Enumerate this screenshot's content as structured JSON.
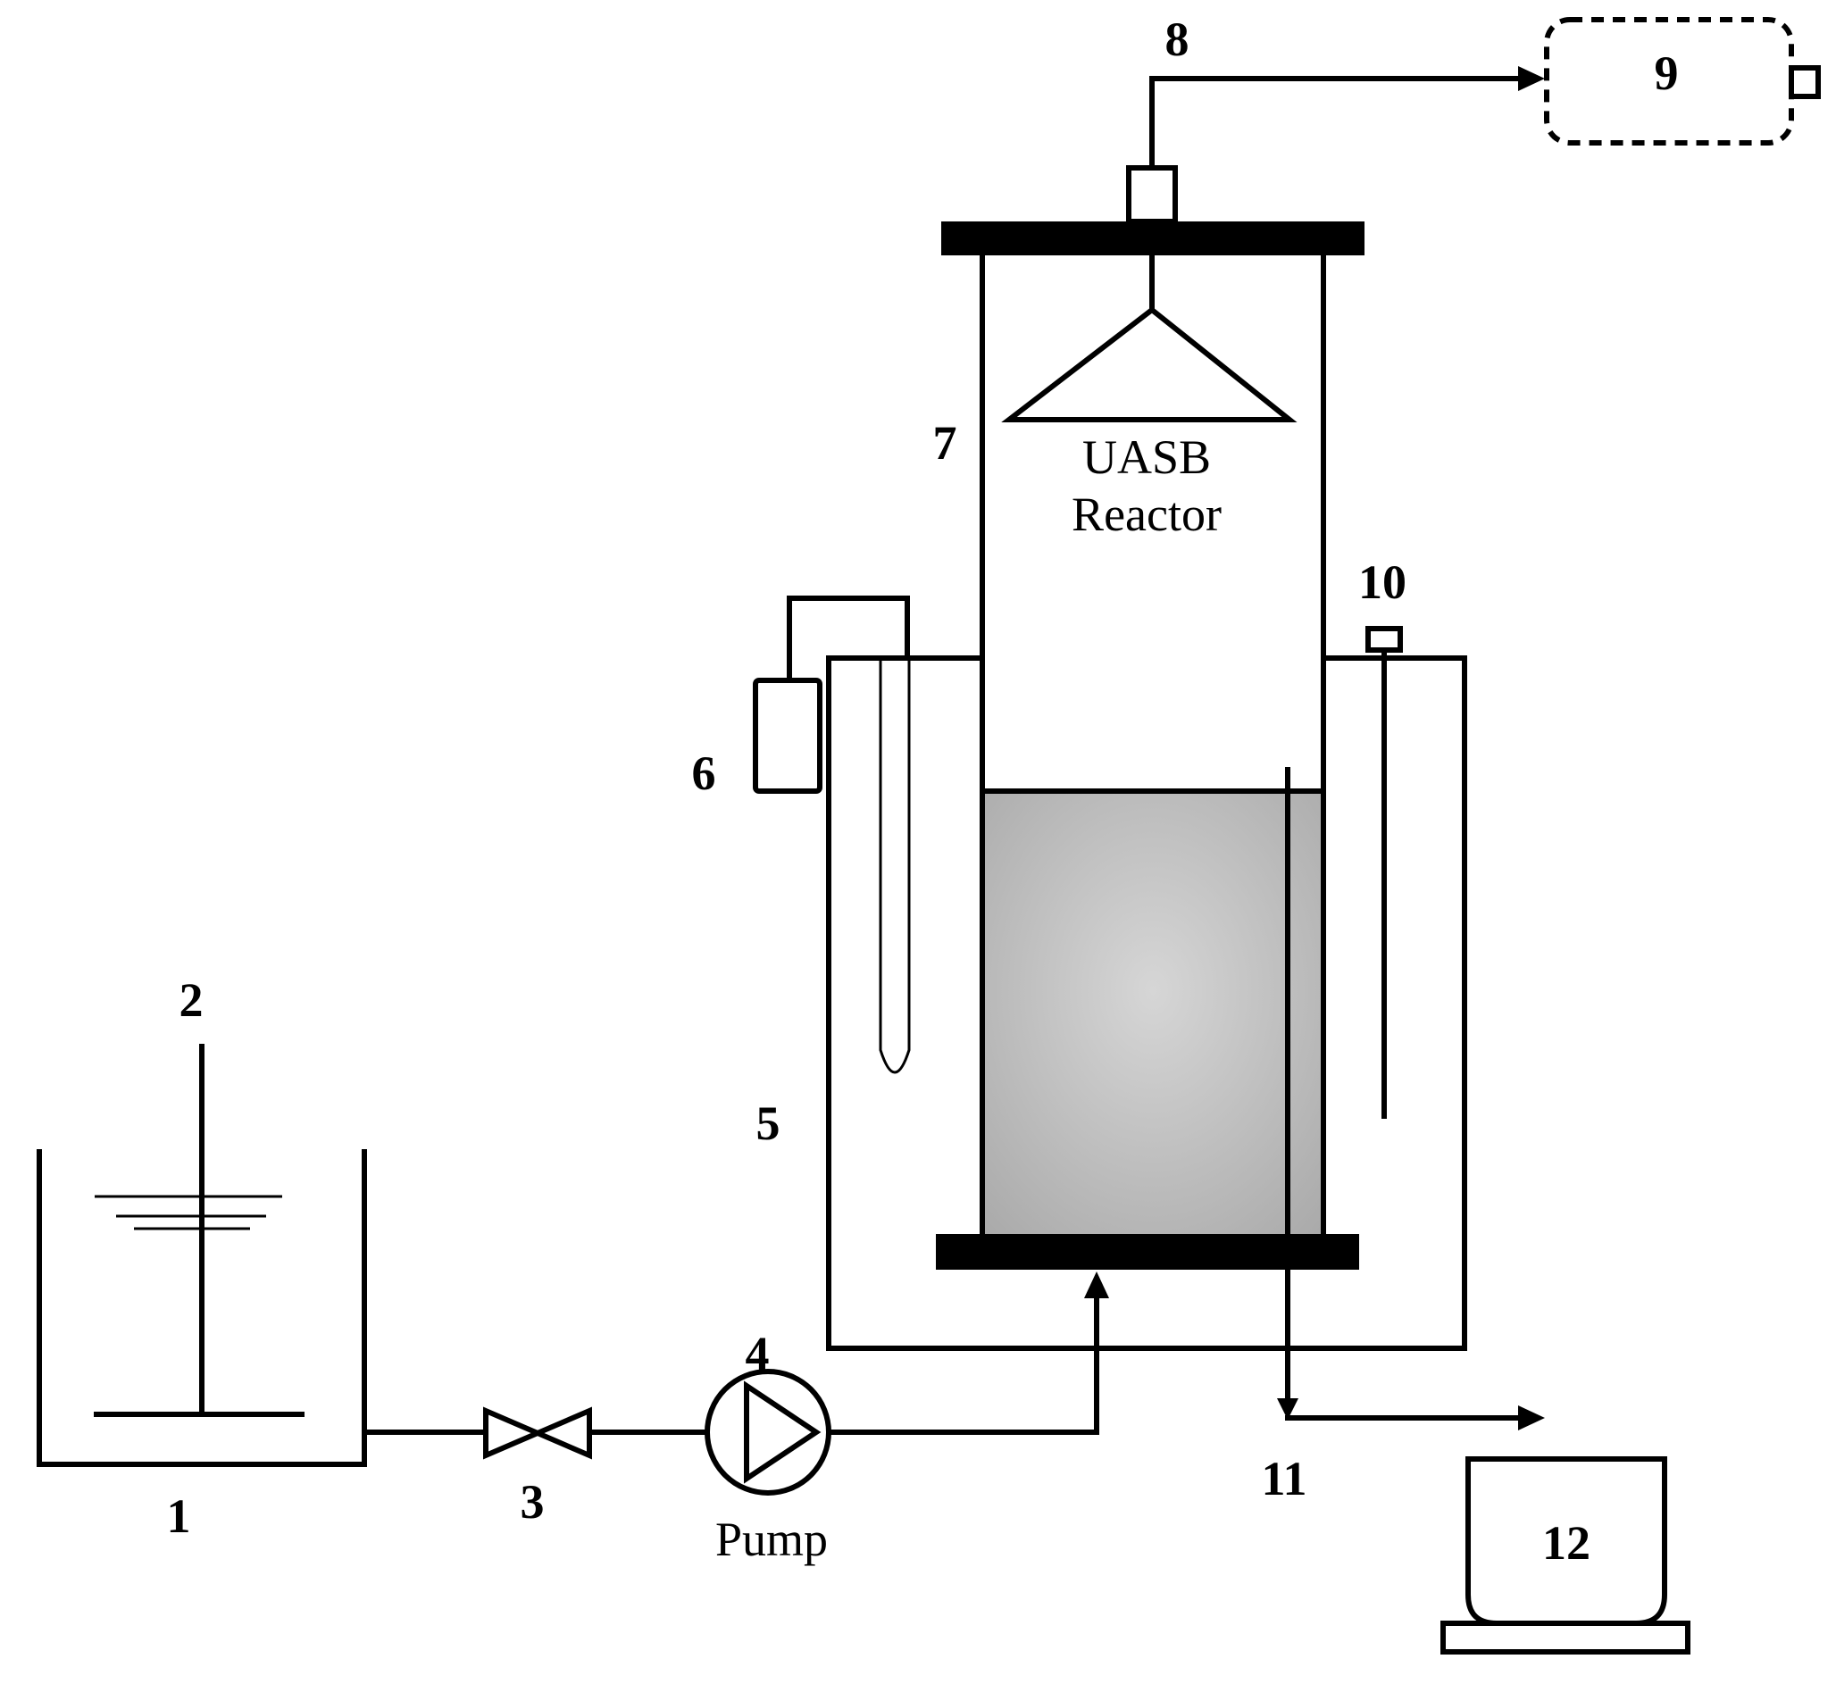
{
  "labels": {
    "n1": "1",
    "n2": "2",
    "n3": "3",
    "n4": "4",
    "n5": "5",
    "n6": "6",
    "n7": "7",
    "n8": "8",
    "n9": "9",
    "n10": "10",
    "n11": "11",
    "n12": "12",
    "reactor_line1": "UASB",
    "reactor_line2": "Reactor",
    "pump": "Pump"
  },
  "colors": {
    "stroke": "#000000",
    "sludge_center": "#d6d6d6",
    "sludge_edge": "#a9a9a9"
  }
}
